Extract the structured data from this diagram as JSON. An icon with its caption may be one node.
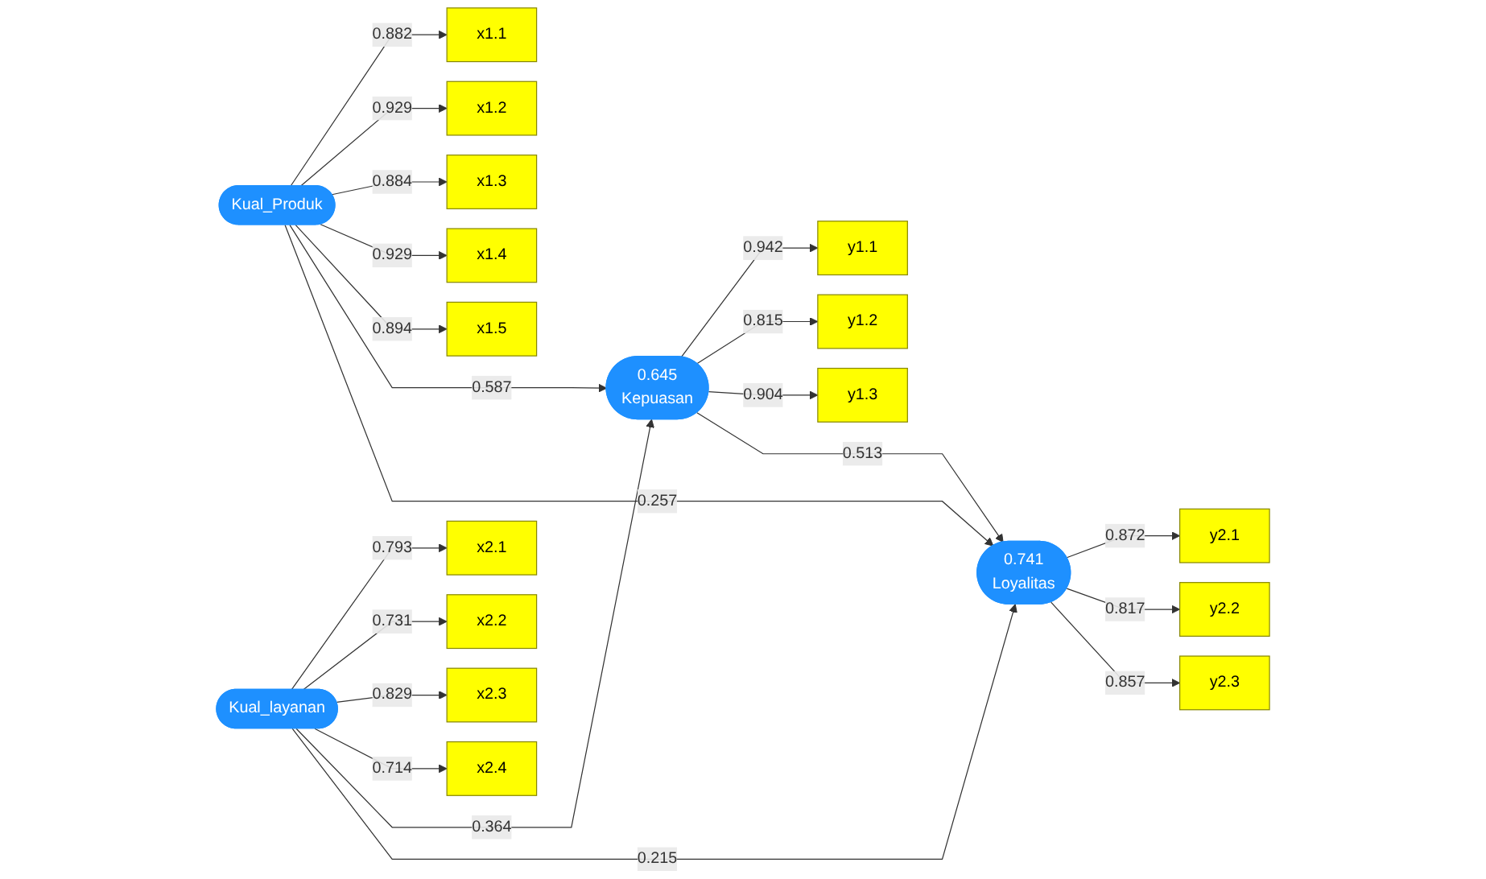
{
  "diagram": {
    "nodes": [
      {
        "text": [
          "x1.1"
        ]
      },
      {
        "text": [
          "x1.2"
        ]
      },
      {
        "text": [
          "x1.3"
        ]
      },
      {
        "text": [
          "x1.4"
        ]
      },
      {
        "text": [
          "x1.5"
        ]
      },
      {
        "text": [
          "Kual_Produk"
        ]
      },
      {
        "text": [
          "y1.1"
        ]
      },
      {
        "text": [
          "y1.2"
        ]
      },
      {
        "text": [
          "y1.3"
        ]
      },
      {
        "text": [
          "0.645",
          "Kepuasan"
        ]
      },
      {
        "text": [
          "0.741",
          "Loyalitas"
        ]
      },
      {
        "text": [
          "y2.1"
        ]
      },
      {
        "text": [
          "y2.2"
        ]
      },
      {
        "text": [
          "y2.3"
        ]
      },
      {
        "text": [
          "x2.1"
        ]
      },
      {
        "text": [
          "x2.2"
        ]
      },
      {
        "text": [
          "x2.3"
        ]
      },
      {
        "text": [
          "x2.4"
        ]
      },
      {
        "text": [
          "Kual_layanan"
        ]
      }
    ],
    "edges": [
      {
        "from": 5,
        "to": 0,
        "arrow": "to",
        "label": "0.882"
      },
      {
        "from": 5,
        "to": 1,
        "arrow": "to",
        "label": "0.929"
      },
      {
        "from": 5,
        "to": 2,
        "arrow": "to",
        "label": "0.884"
      },
      {
        "from": 5,
        "to": 3,
        "arrow": "to",
        "label": "0.929"
      },
      {
        "from": 5,
        "to": 4,
        "arrow": "to",
        "label": "0.894"
      },
      {
        "from": 5,
        "to": 9,
        "arrow": "to",
        "label": "0.587"
      },
      {
        "from": 5,
        "to": 10,
        "arrow": "to",
        "label": "0.257"
      },
      {
        "from": 9,
        "to": 6,
        "arrow": "to",
        "label": "0.942"
      },
      {
        "from": 9,
        "to": 7,
        "arrow": "to",
        "label": "0.815"
      },
      {
        "from": 9,
        "to": 8,
        "arrow": "to",
        "label": "0.904"
      },
      {
        "from": 9,
        "to": 10,
        "arrow": "to",
        "label": "0.513"
      },
      {
        "from": 10,
        "to": 11,
        "arrow": "to",
        "label": "0.872"
      },
      {
        "from": 10,
        "to": 12,
        "arrow": "to",
        "label": "0.817"
      },
      {
        "from": 10,
        "to": 13,
        "arrow": "to",
        "label": "0.857"
      },
      {
        "from": 18,
        "to": 14,
        "arrow": "to",
        "label": "0.793"
      },
      {
        "from": 18,
        "to": 15,
        "arrow": "to",
        "label": "0.731"
      },
      {
        "from": 18,
        "to": 16,
        "arrow": "to",
        "label": "0.829"
      },
      {
        "from": 18,
        "to": 17,
        "arrow": "to",
        "label": "0.714"
      },
      {
        "from": 18,
        "to": 9,
        "arrow": "to",
        "label": "0.364"
      },
      {
        "from": 18,
        "to": 10,
        "arrow": "to",
        "label": "0.215"
      }
    ]
  }
}
